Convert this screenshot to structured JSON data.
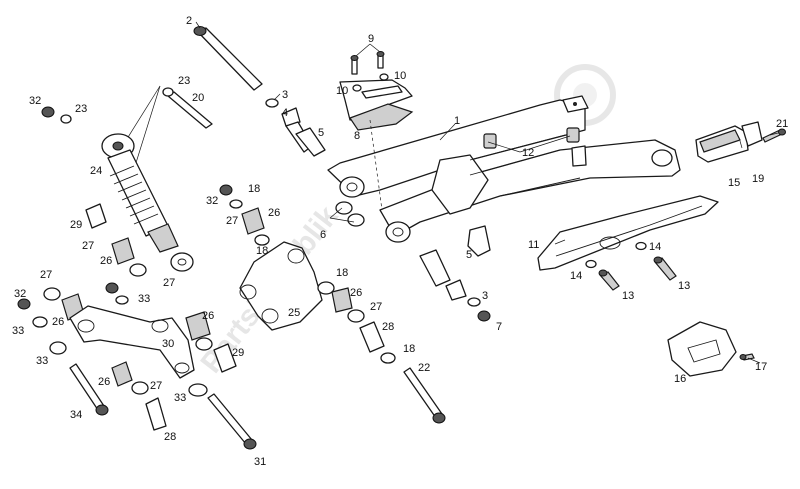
{
  "watermark": "PartsRepublik",
  "callouts": [
    {
      "id": "c2",
      "label": "2"
    },
    {
      "id": "c9",
      "label": "9"
    },
    {
      "id": "c10a",
      "label": "10"
    },
    {
      "id": "c10b",
      "label": "10"
    },
    {
      "id": "c23a",
      "label": "23"
    },
    {
      "id": "c32a",
      "label": "32"
    },
    {
      "id": "c23b",
      "label": "23"
    },
    {
      "id": "c20",
      "label": "20"
    },
    {
      "id": "c3a",
      "label": "3"
    },
    {
      "id": "c4",
      "label": "4"
    },
    {
      "id": "c5a",
      "label": "5"
    },
    {
      "id": "c8",
      "label": "8"
    },
    {
      "id": "c1",
      "label": "1"
    },
    {
      "id": "c12",
      "label": "12"
    },
    {
      "id": "c24",
      "label": "24"
    },
    {
      "id": "c18a",
      "label": "18"
    },
    {
      "id": "c32b",
      "label": "32"
    },
    {
      "id": "c27a",
      "label": "27"
    },
    {
      "id": "c26a",
      "label": "26"
    },
    {
      "id": "c18b",
      "label": "18"
    },
    {
      "id": "c6",
      "label": "6"
    },
    {
      "id": "c29a",
      "label": "29"
    },
    {
      "id": "c27b",
      "label": "27"
    },
    {
      "id": "c26b",
      "label": "26"
    },
    {
      "id": "c27c",
      "label": "27"
    },
    {
      "id": "c32c",
      "label": "32"
    },
    {
      "id": "c33a",
      "label": "33"
    },
    {
      "id": "c26c",
      "label": "26"
    },
    {
      "id": "c33b",
      "label": "33"
    },
    {
      "id": "c27d",
      "label": "27"
    },
    {
      "id": "c33c",
      "label": "33"
    },
    {
      "id": "c18c",
      "label": "18"
    },
    {
      "id": "c26d",
      "label": "26"
    },
    {
      "id": "c25",
      "label": "25"
    },
    {
      "id": "c27e",
      "label": "27"
    },
    {
      "id": "c26e",
      "label": "26"
    },
    {
      "id": "c29b",
      "label": "29"
    },
    {
      "id": "c30",
      "label": "30"
    },
    {
      "id": "c26f",
      "label": "26"
    },
    {
      "id": "c27f",
      "label": "27"
    },
    {
      "id": "c33d",
      "label": "33"
    },
    {
      "id": "c34",
      "label": "34"
    },
    {
      "id": "c28a",
      "label": "28"
    },
    {
      "id": "c31",
      "label": "31"
    },
    {
      "id": "c28b",
      "label": "28"
    },
    {
      "id": "c18d",
      "label": "18"
    },
    {
      "id": "c22",
      "label": "22"
    },
    {
      "id": "c5b",
      "label": "5"
    },
    {
      "id": "c3b",
      "label": "3"
    },
    {
      "id": "c7",
      "label": "7"
    },
    {
      "id": "c11",
      "label": "11"
    },
    {
      "id": "c14a",
      "label": "14"
    },
    {
      "id": "c14b",
      "label": "14"
    },
    {
      "id": "c13a",
      "label": "13"
    },
    {
      "id": "c13b",
      "label": "13"
    },
    {
      "id": "c15",
      "label": "15"
    },
    {
      "id": "c19",
      "label": "19"
    },
    {
      "id": "c21",
      "label": "21"
    },
    {
      "id": "c16",
      "label": "16"
    },
    {
      "id": "c17",
      "label": "17"
    }
  ]
}
